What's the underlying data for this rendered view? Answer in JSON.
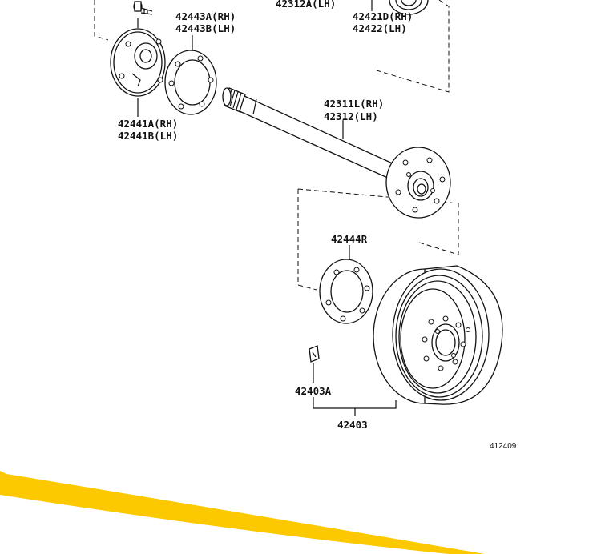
{
  "diagram": {
    "reference_code": "412409",
    "accent_color": "#fcc800",
    "parts": {
      "top_cut_label": "42312A(LH)",
      "seal_label_rh": "42421D(RH)",
      "seal_label_lh": "42422(LH)",
      "retainer_gasket_rh": "42443A(RH)",
      "retainer_gasket_lh": "42443B(LH)",
      "retainer_rh": "42441A(RH)",
      "retainer_lh": "42441B(LH)",
      "axle_shaft_rh": "42311L(RH)",
      "axle_shaft_lh": "42312(LH)",
      "gasket": "42444R",
      "plug": "42403A",
      "drum": "42403"
    }
  }
}
